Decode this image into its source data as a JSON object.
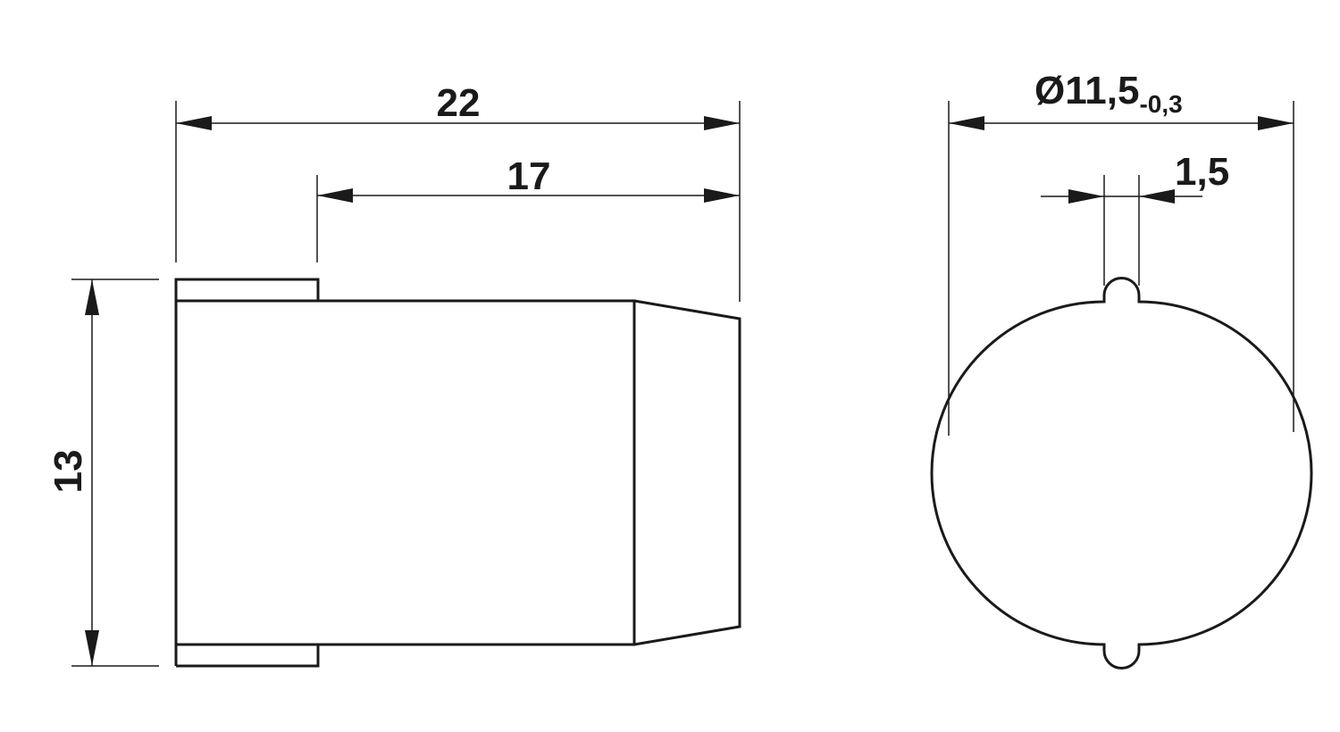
{
  "drawing": {
    "type": "technical-dimension-drawing",
    "line_color": "#1a1a1a",
    "background": "#ffffff",
    "side_view": {
      "dimensions": {
        "overall_length": "22",
        "body_length": "17",
        "height": "13"
      }
    },
    "end_view": {
      "dimensions": {
        "diameter_symbol": "Ø",
        "diameter": "11,5",
        "diameter_tolerance": "-0,3",
        "key_width": "1,5"
      }
    }
  }
}
